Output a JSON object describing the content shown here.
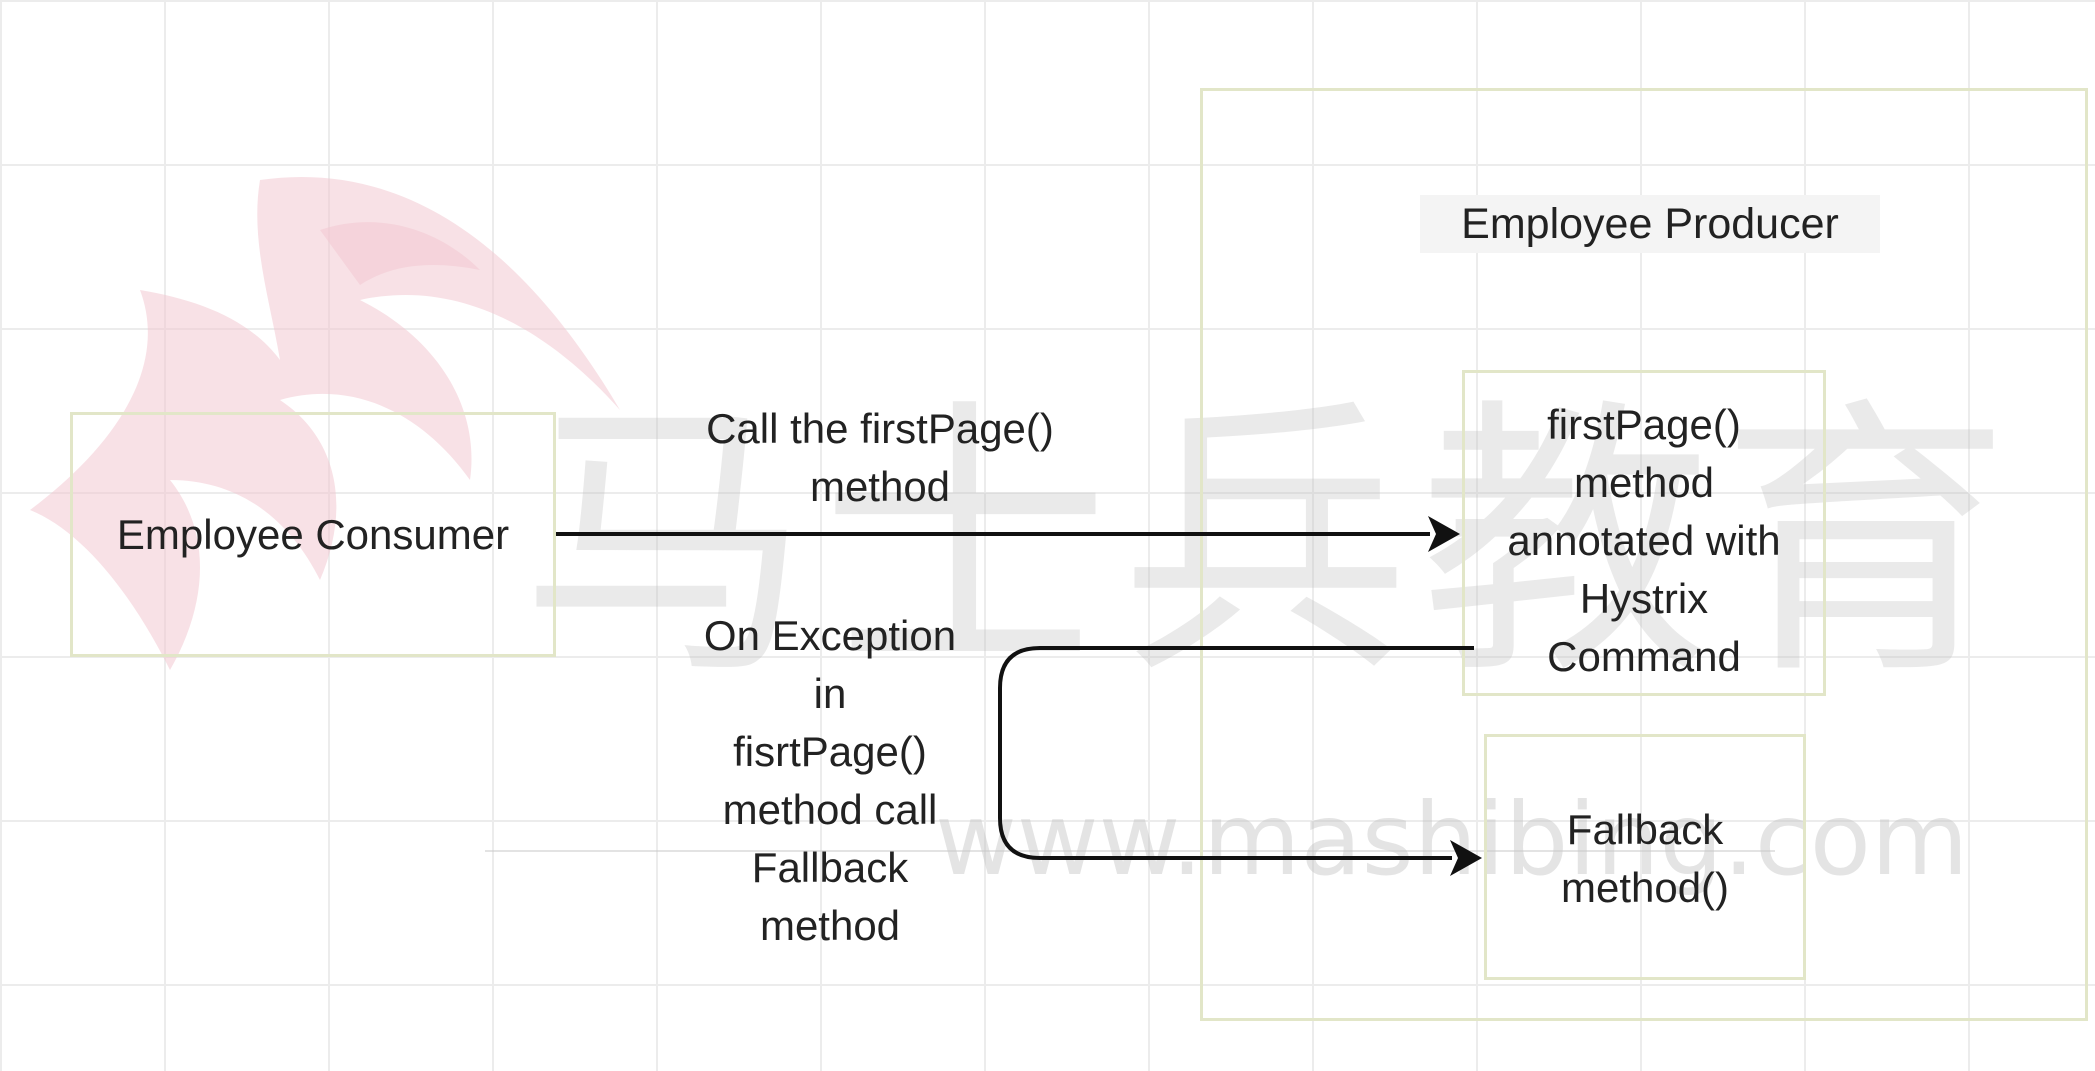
{
  "colors": {
    "canvas": "#ffffff",
    "grid": "#ececec",
    "box_border": "#e2e6c8",
    "text": "#222222",
    "arrow": "#111111",
    "watermark_logo": "#f3c9d2",
    "watermark_text": "#bebebe"
  },
  "watermark": {
    "chars": "马士兵教育",
    "url": "www.mashibing.com"
  },
  "consumer": {
    "label": "Employee Consumer"
  },
  "producer": {
    "title": "Employee Producer",
    "first_page_box": "firstPage()\nmethod\nannotated with\nHystrix\nCommand",
    "fallback_box": "Fallback\nmethod()"
  },
  "edges": {
    "call_label": "Call the firstPage()\nmethod",
    "fallback_label": "On Exception\nin\nfisrtPage()\nmethod call\nFallback\nmethod"
  }
}
